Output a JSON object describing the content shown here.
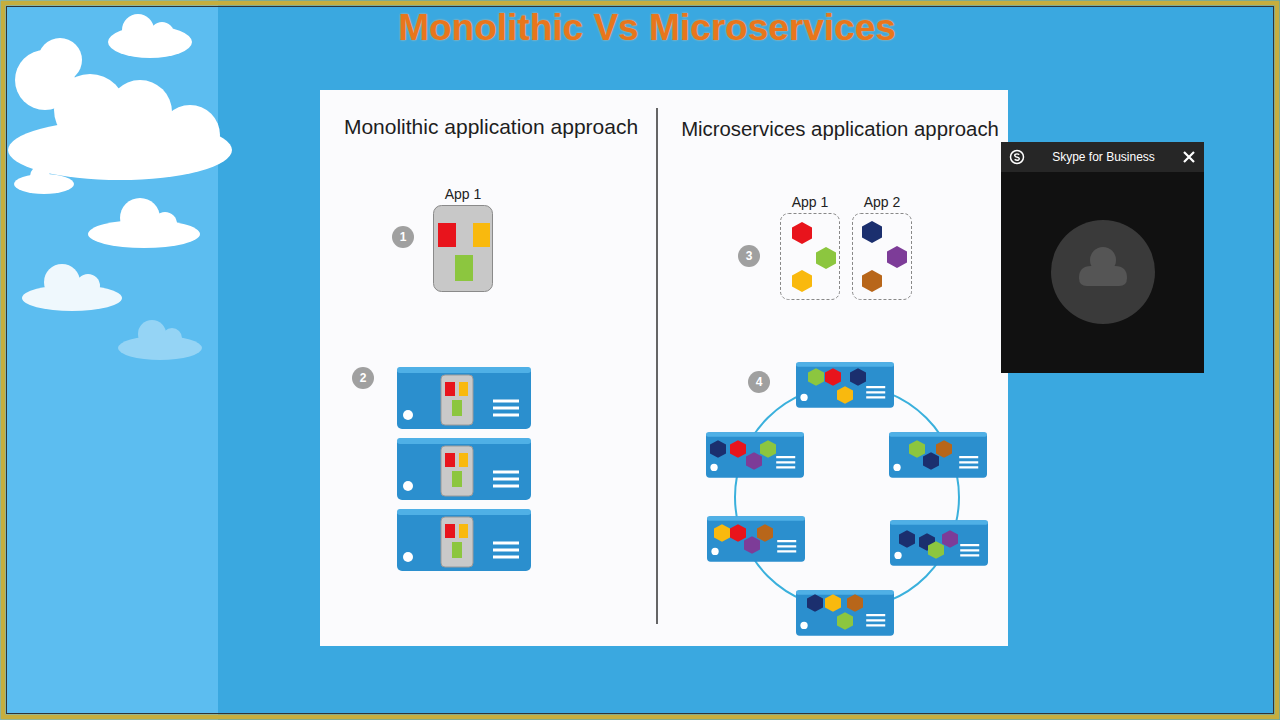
{
  "diagram": {
    "title": "Monolithic Vs Microservices",
    "nodes": [
      {
        "text": [
          "App 1"
        ]
      },
      {
        "text": [
          "App 1"
        ]
      },
      {
        "text": [
          "App 2"
        ]
      },
      {
        "text": [
          "Skype for Business"
        ]
      }
    ],
    "labels": [
      "Monolithic application approach",
      "Microservices application approach",
      "1",
      "2",
      "3",
      "4"
    ]
  }
}
